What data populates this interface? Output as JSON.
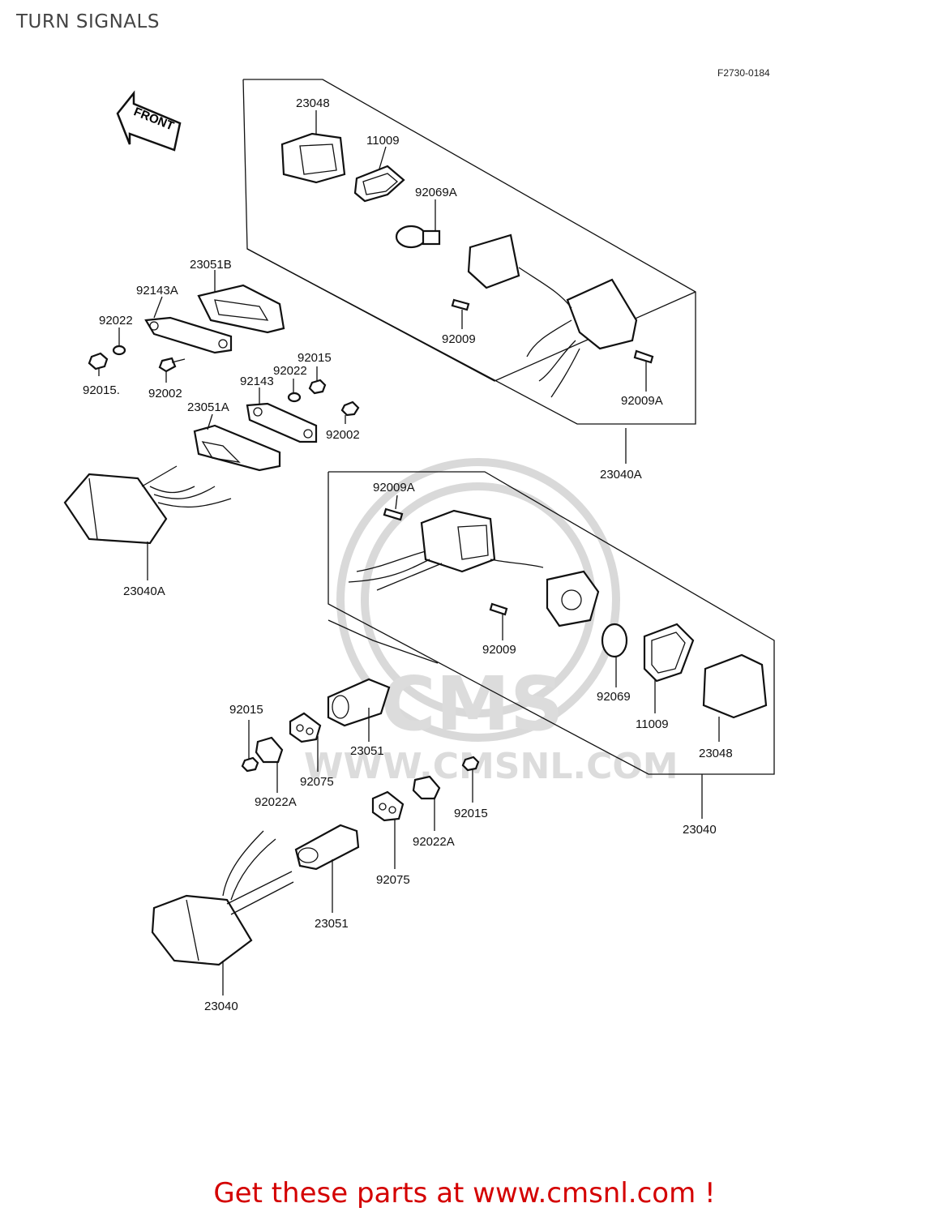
{
  "page": {
    "title": "TURN SIGNALS",
    "diagram_code": "F2730-0184",
    "front_label": "FRONT",
    "footer": "Get these parts at www.cmsnl.com !"
  },
  "watermark": {
    "brand": "CMS",
    "url": "WWW.CMSNL.COM"
  },
  "labels": {
    "l23048a": "23048",
    "l11009a": "11009",
    "l92069a": "92069A",
    "l23051b": "23051B",
    "l92143a": "92143A",
    "l92022a_top": "92022",
    "l92015_top": "92015.",
    "l92002_top": "92002",
    "l92009_top": "92009",
    "l92009a_top": "92009A",
    "l23040a_right": "23040A",
    "l92015_mid": "92015",
    "l92022_mid": "92022",
    "l92143": "92143",
    "l23051a": "23051A",
    "l92002_mid": "92002",
    "l23040a_left": "23040A",
    "l92009a_lower": "92009A",
    "l92009_lower": "92009",
    "l92069": "92069",
    "l11009b": "11009",
    "l23048b": "23048",
    "l92015_low": "92015",
    "l23051_mid": "23051",
    "l92075_mid": "92075",
    "l92022a_low": "92022A",
    "l92015_low2": "92015",
    "l92022a_low2": "92022A",
    "l92075_low": "92075",
    "l23051_low": "23051",
    "l23040_right": "23040",
    "l23040_bottom": "23040"
  }
}
